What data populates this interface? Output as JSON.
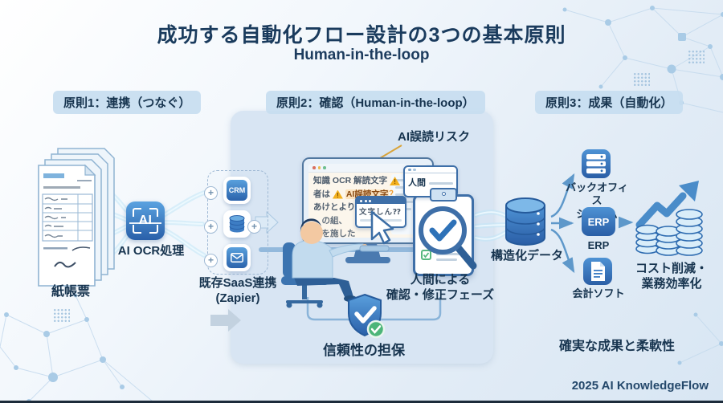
{
  "header": {
    "title": "成功する自動化フロー設計の3つの基本原則",
    "subtitle": "Human-in-the-loop"
  },
  "principles": {
    "p1": "原則1：連携（つなぐ）",
    "p2": "原則2：確認（Human-in-the-loop）",
    "p3": "原則3：成果（自動化）"
  },
  "left": {
    "paper_label": "紙帳票",
    "ai_icon_text": "AI",
    "ai_label": "AI OCR処理",
    "crm_text": "CRM",
    "saas_label_1": "既存SaaS連携",
    "saas_label_2": "(Zapier)",
    "plus": "+"
  },
  "middle": {
    "risk_callout": "AI誤読リスク",
    "screen": {
      "line1": "知識 OCR 解読文字",
      "line2_prefix": "者は",
      "line2_error": "AI誤読文字",
      "line2_q": "？",
      "line3": "あけとより",
      "line4": "の組、",
      "line5": "を施した",
      "warning": "!"
    },
    "human_window_label": "人間",
    "popup_text": "文字しん⁇",
    "review_label_1": "人間による",
    "review_label_2": "確認・修正フェーズ",
    "trust_label": "信頼性の担保"
  },
  "right": {
    "structured_label": "構造化データ",
    "backoffice_1": "バックオフィス",
    "backoffice_2": "システム",
    "erp_icon_text": "ERP",
    "erp_label": "ERP",
    "accounting_label": "会計ソフト",
    "outcome_1": "コスト削減・",
    "outcome_2": "業務効率化",
    "result_label": "確実な成果と柔軟性"
  },
  "footer": {
    "credit": "2025 AI KnowledgeFlow"
  },
  "colors": {
    "accent_blue": "#3d7dc4",
    "navy_text": "#17344f",
    "warning_orange": "#f2b01e",
    "success_green": "#4cb579",
    "stream_cyan": "#bfe6f8"
  }
}
